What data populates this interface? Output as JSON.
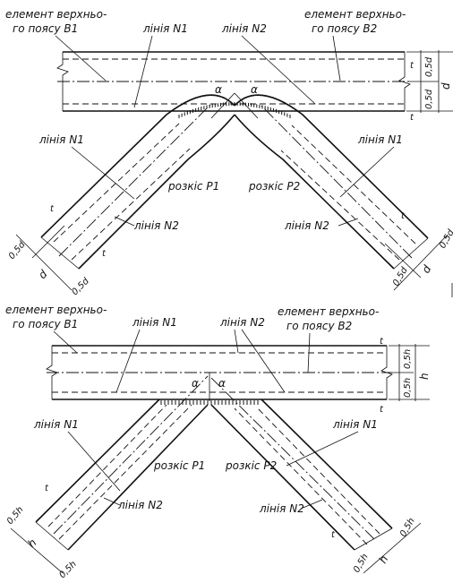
{
  "top": {
    "chord_b1": [
      "елемент верхньо-",
      "го поясу В1"
    ],
    "chord_b2": [
      "елемент верхньо-",
      "го поясу В2"
    ],
    "line1": "лінія N1",
    "line2": "лінія N2",
    "line1_left": "лінія N1",
    "line1_right": "лінія N1",
    "line2_left": "лінія N2",
    "line2_right": "лінія N2",
    "brace_p1": "розкіс Р1",
    "brace_p2": "розкіс Р2",
    "alpha": "α",
    "t": "t",
    "half_d": "0,5d",
    "d": "d"
  },
  "bottom": {
    "chord_b1": [
      "елемент верхньо-",
      "го поясу В1"
    ],
    "chord_b2": [
      "елемент верхньо-",
      "го поясу В2"
    ],
    "line1": "лінія N1",
    "line2": "лінія N2",
    "line1_left": "лінія N1",
    "line1_right": "лінія N1",
    "line2_left": "лінія N2",
    "line2_right": "лінія N2",
    "brace_p1": "розкіс Р1",
    "brace_p2": "розкіс Р2",
    "alpha": "α",
    "t": "t",
    "half_h": "0,5h",
    "h": "h"
  }
}
